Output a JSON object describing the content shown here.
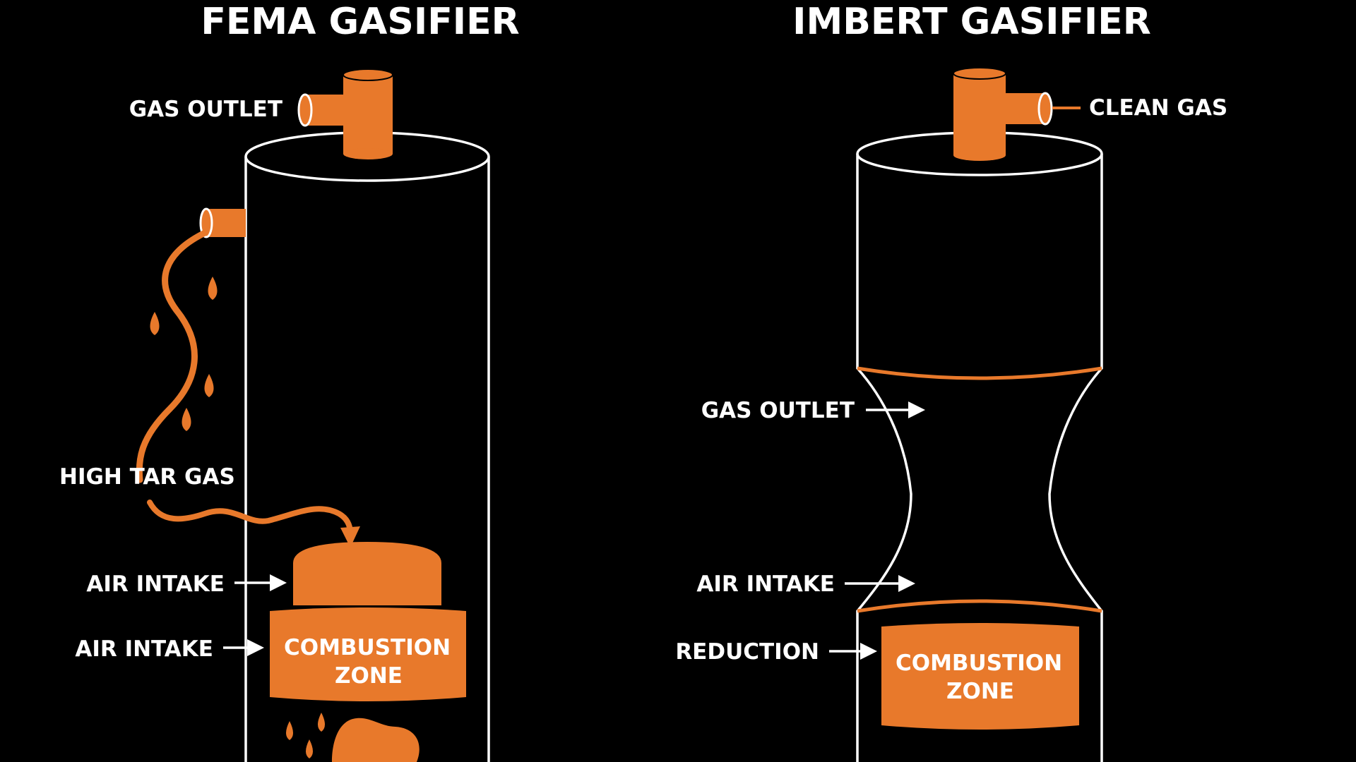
{
  "colors": {
    "background": "#000000",
    "accent_orange": "#e8792b",
    "outline_white": "#ffffff"
  },
  "fema": {
    "title": "FEMA GASIFIER",
    "labels": {
      "gas_outlet": "GAS OUTLET",
      "high_tar_gas": "HIGH TAR GAS",
      "air_intake_upper": "AIR INTAKE",
      "air_intake_lower": "AIR INTAKE"
    },
    "zone": {
      "line1": "COMBUSTION",
      "line2": "ZONE"
    }
  },
  "imbert": {
    "title": "IMBERT GASIFIER",
    "labels": {
      "clean_gas": "CLEAN GAS",
      "gas_outlet": "GAS OUTLET",
      "air_intake": "AIR INTAKE",
      "reduction": "REDUCTION"
    },
    "zone": {
      "line1": "COMBUSTION",
      "line2": "ZONE"
    }
  }
}
